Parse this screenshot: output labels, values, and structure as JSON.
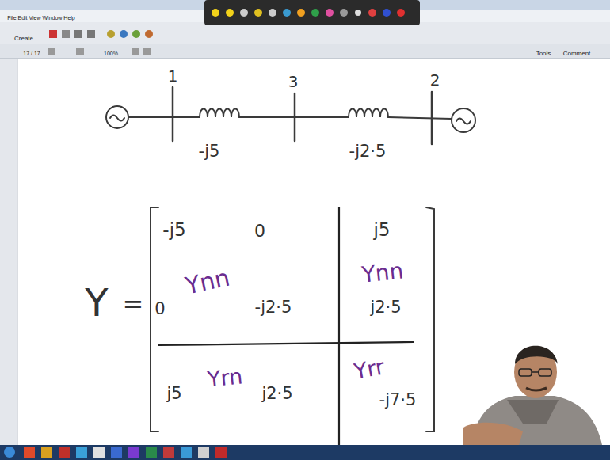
{
  "diagram": {
    "labels": [
      "File Edit View Window Help",
      "Create",
      "17 / 17",
      "100%",
      "Tools",
      "Comment",
      "1",
      "3",
      "2",
      "-j5",
      "-j2·5",
      "Y",
      "=",
      "-j5",
      "0",
      "j5",
      "0",
      "Ynn",
      "-j2·5",
      "Ynn",
      "j2·5",
      "j5",
      "Yrn",
      "j2·5",
      "Yrr",
      "-j7·5"
    ]
  }
}
